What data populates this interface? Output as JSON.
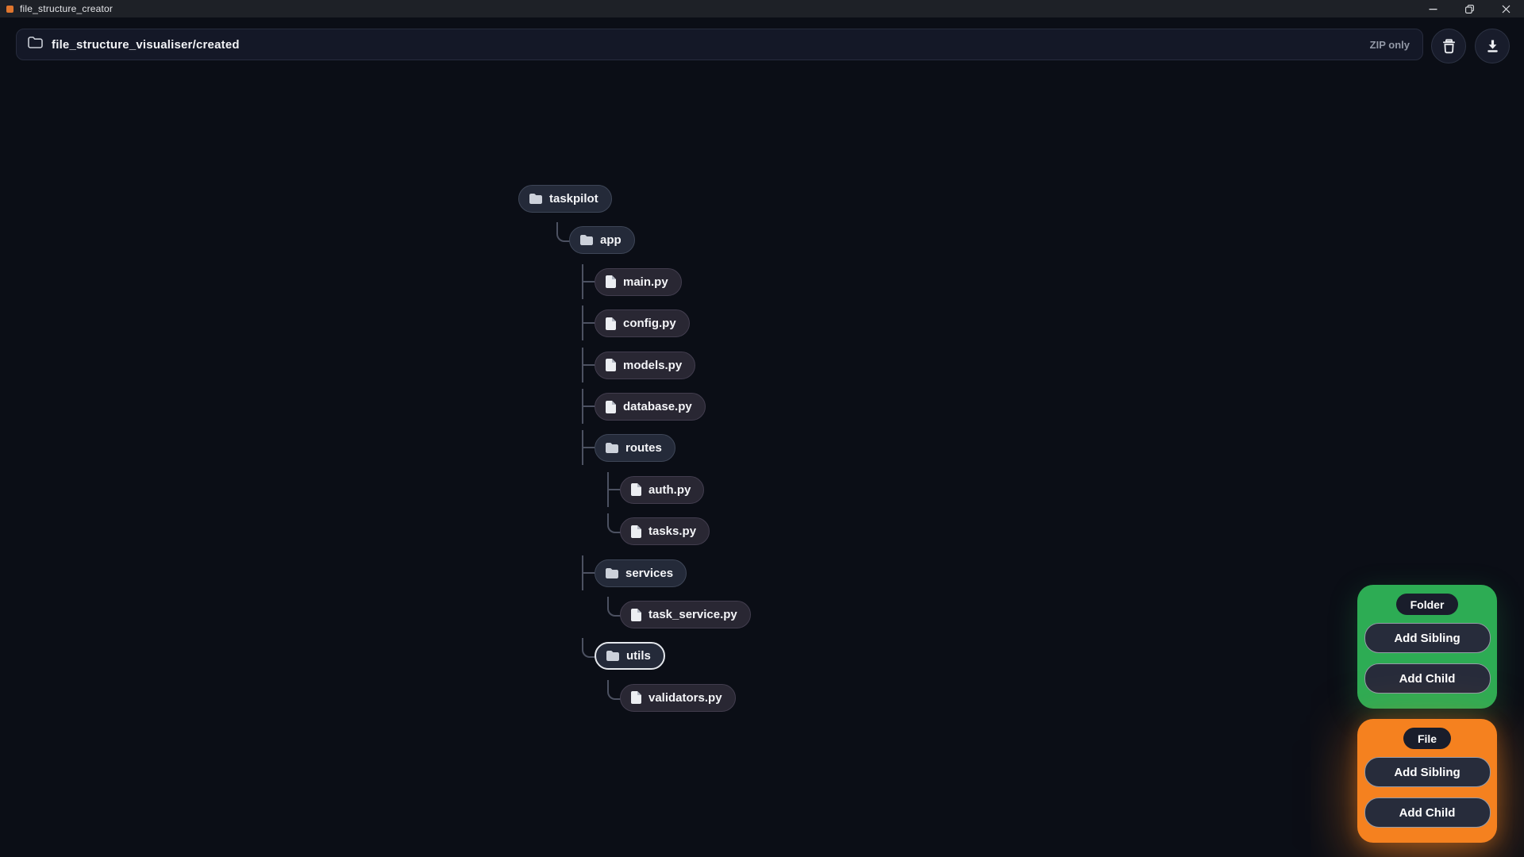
{
  "window": {
    "title": "file_structure_creator"
  },
  "toolbar": {
    "path": "file_structure_visualiser/created",
    "zip_label": "ZIP only"
  },
  "tree": {
    "root": {
      "name": "taskpilot",
      "type": "folder",
      "children": [
        {
          "name": "app",
          "type": "folder",
          "children": [
            {
              "name": "main.py",
              "type": "file"
            },
            {
              "name": "config.py",
              "type": "file"
            },
            {
              "name": "models.py",
              "type": "file"
            },
            {
              "name": "database.py",
              "type": "file"
            },
            {
              "name": "routes",
              "type": "folder",
              "children": [
                {
                  "name": "auth.py",
                  "type": "file"
                },
                {
                  "name": "tasks.py",
                  "type": "file"
                }
              ]
            },
            {
              "name": "services",
              "type": "folder",
              "children": [
                {
                  "name": "task_service.py",
                  "type": "file"
                }
              ]
            },
            {
              "name": "utils",
              "type": "folder",
              "selected": true,
              "children": [
                {
                  "name": "validators.py",
                  "type": "file"
                }
              ]
            }
          ]
        }
      ]
    }
  },
  "panels": {
    "folder": {
      "title": "Folder",
      "add_sibling": "Add Sibling",
      "add_child": "Add Child"
    },
    "file": {
      "title": "File",
      "add_sibling": "Add Sibling",
      "add_child": "Add Child"
    }
  },
  "colors": {
    "folder_accent": "#2dac54",
    "file_accent": "#f5811f",
    "selected_border": "#e4e7ec",
    "connector": "#4c5161",
    "app_icon": "#e0762e"
  }
}
